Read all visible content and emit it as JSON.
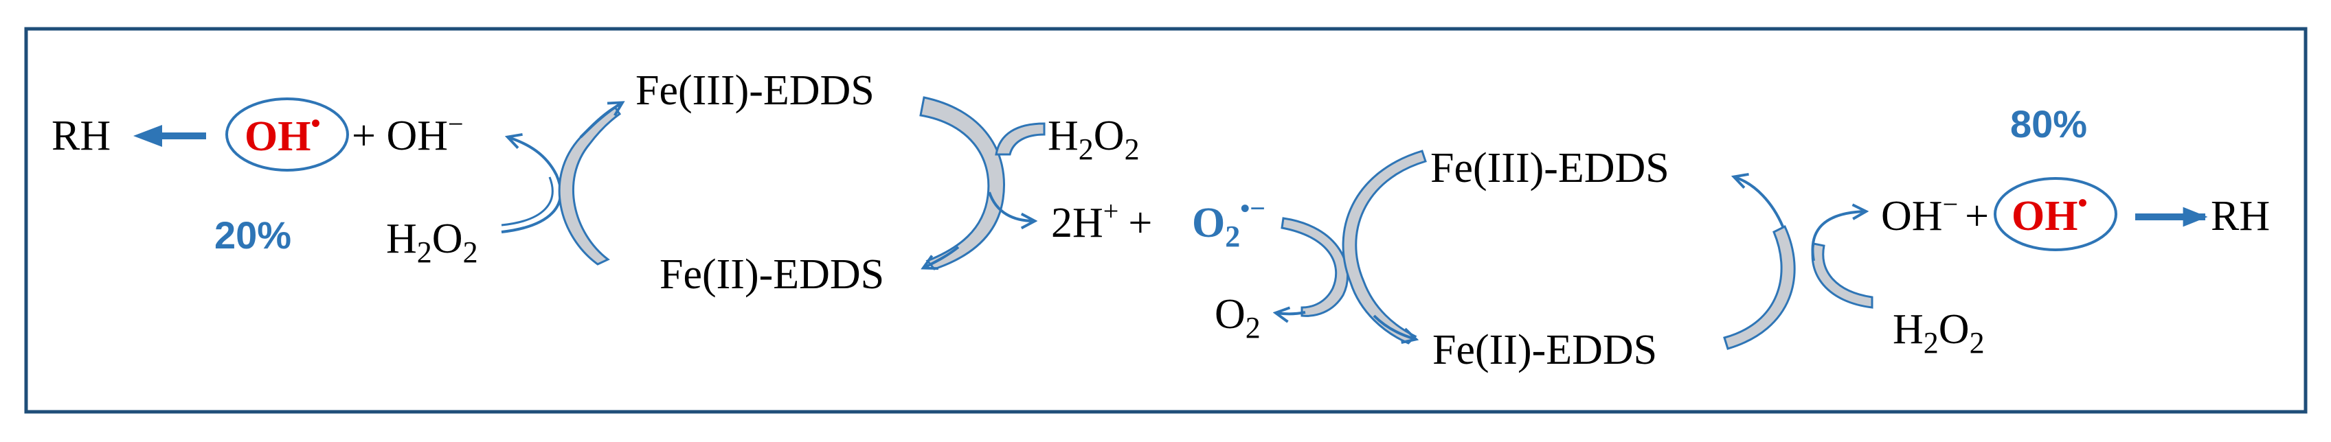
{
  "labels": {
    "rh_left": "RH",
    "oh_left": "OH",
    "plus_oh_minus_left": "+ OH",
    "minus": "−",
    "pct_left": "20%",
    "h2o2_left_h": "H",
    "h2o2_two": "2",
    "h2o2_o": "O",
    "fe3_left": "Fe(III)-EDDS",
    "fe2_left": "Fe(II)-EDDS",
    "h2o2_mid_h": "H",
    "two_h_plus": "2H",
    "plus_sign": "+",
    "plus_o2": "+",
    "o2_radical_o": "O",
    "o2_radical_sup": "•−",
    "o2_product_o": "O",
    "fe3_right": "Fe(III)-EDDS",
    "fe2_right": "Fe(II)-EDDS",
    "oh_minus_right": "OH",
    "plus_right": "+",
    "oh_right": "OH",
    "radical_dot": "•",
    "rh_right": "RH",
    "pct_right": "80%",
    "h2o2_right_h": "H"
  },
  "colors": {
    "frame": "#1f4e79",
    "accent_blue": "#2e75b6",
    "radical_red": "#e00000",
    "curved_arrow_fill": "#c9cdd3",
    "arrow_outline": "#2e75b6"
  }
}
